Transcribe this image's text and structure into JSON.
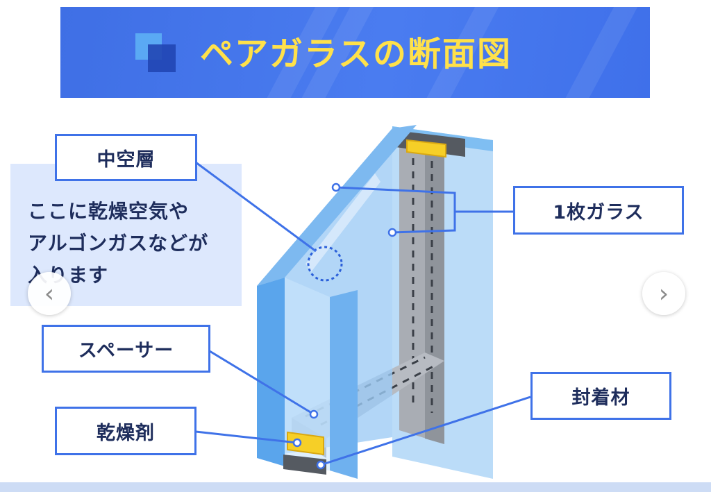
{
  "banner": {
    "title": "ペアガラスの断面図",
    "title_color": "#ffe14a",
    "background": "#4a7cf0"
  },
  "note": {
    "lines": [
      "ここに乾燥空気や",
      "アルゴンガスなどが",
      "入ります"
    ]
  },
  "labels": {
    "air_layer": "中空層",
    "glass": "1枚ガラス",
    "spacer": "スペーサー",
    "desiccant": "乾燥剤",
    "sealant": "封着材"
  },
  "nav": {
    "prev_icon": "chevron-left-icon",
    "next_icon": "chevron-right-icon"
  },
  "colors": {
    "glass": "#8fc3f2",
    "glass_edge": "#4a9de6",
    "spacer": "#a9adb4",
    "desiccant": "#f6cf27",
    "sealant": "#555a61",
    "callout_line": "#3f72e8"
  }
}
